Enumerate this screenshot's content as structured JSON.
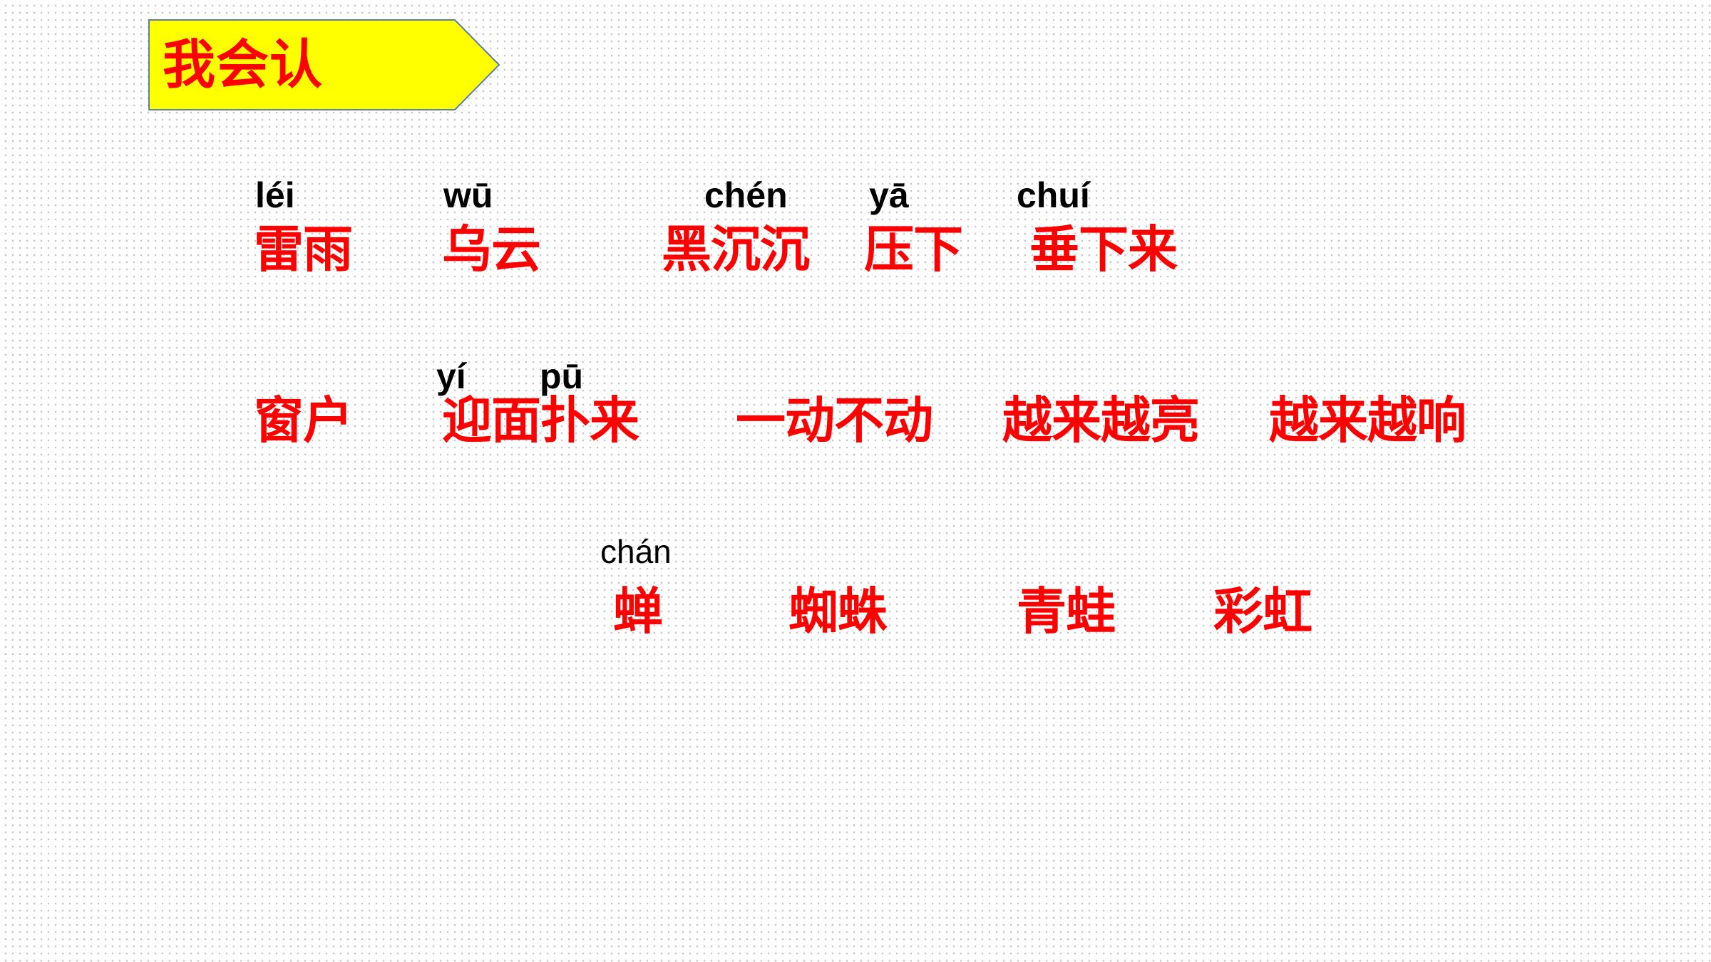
{
  "title": "我会认",
  "colors": {
    "banner_fill": "#ffff00",
    "banner_stroke": "#5b7fa6",
    "word_color": "#ff0000",
    "pinyin_color": "#000000"
  },
  "row1": {
    "pinyin": [
      "léi",
      "wū",
      "chén",
      "yā",
      "chuí"
    ],
    "words": [
      "雷雨",
      "乌云",
      "黑沉沉",
      "压下",
      "垂下来"
    ]
  },
  "row2": {
    "pinyin": [
      "yí",
      "pū"
    ],
    "words": [
      "窗户",
      "迎面扑来",
      "一动不动",
      "越来越亮",
      "越来越响"
    ]
  },
  "row3": {
    "pinyin": [
      "chán"
    ],
    "words": [
      "蝉",
      "蜘蛛",
      "青蛙",
      "彩虹"
    ]
  }
}
